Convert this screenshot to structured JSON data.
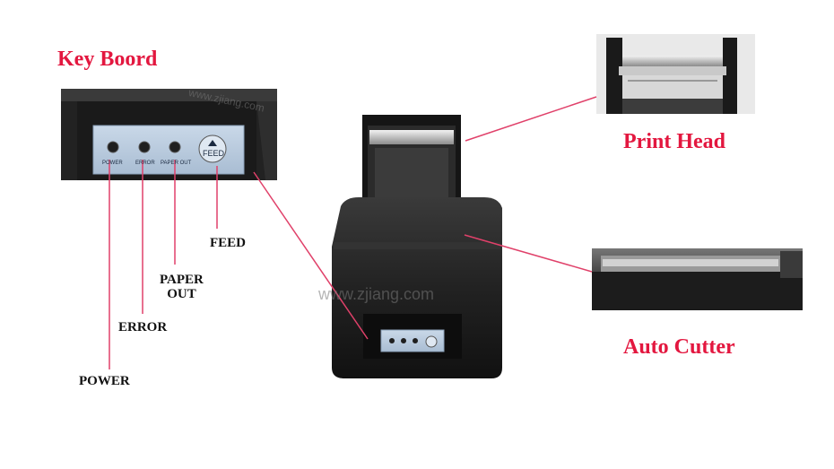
{
  "titles": {
    "keyboard": "Key Boord",
    "print_head": "Print Head",
    "auto_cutter": "Auto Cutter"
  },
  "button_labels": {
    "feed": "FEED",
    "paper_out": "PAPER\nOUT",
    "error": "ERROR",
    "power": "POWER"
  },
  "panel": {
    "power": "POWER",
    "error": "ERROR",
    "paper_out": "PAPER OUT",
    "feed": "FEED"
  },
  "watermarks": {
    "keyboard": "www.zjiang.com",
    "printer": "www.zjiang.com"
  },
  "colors": {
    "title": "#e3173f",
    "leader_line": "#e0416a",
    "printer_body": "#1d1d1d",
    "panel": "#b7c9de"
  }
}
